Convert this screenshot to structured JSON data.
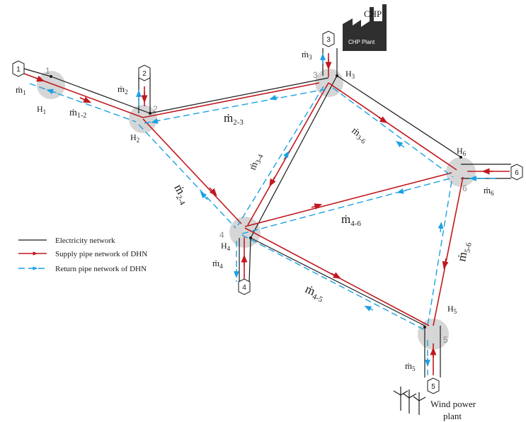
{
  "colors": {
    "electricity": "#1a1a1a",
    "supply": "#c0191f",
    "return": "#1ba1e2",
    "node_halo": "#c8c8c8"
  },
  "icons": {
    "chp_plant": "factory-icon",
    "wind_plant": "wind-turbine-icon"
  },
  "nodes": {
    "n1": {
      "number": "1",
      "hex": "1",
      "flow_m": "ṁ",
      "flow_sub": "1",
      "heat": "H",
      "heat_sub": "1"
    },
    "n2": {
      "number": "2",
      "hex": "2",
      "flow_m": "ṁ",
      "flow_sub": "2",
      "heat": "H",
      "heat_sub": "2"
    },
    "n3": {
      "number": "3",
      "hex": "3",
      "flow_m": "ṁ",
      "flow_sub": "3",
      "heat": "H",
      "heat_sub": "3"
    },
    "n4": {
      "number": "4",
      "hex": "4",
      "flow_m": "ṁ",
      "flow_sub": "4",
      "heat": "H",
      "heat_sub": "4"
    },
    "n5": {
      "number": "5",
      "hex": "5",
      "flow_m": "ṁ",
      "flow_sub": "5",
      "heat": "H",
      "heat_sub": "5"
    },
    "n6": {
      "number": "6",
      "hex": "6",
      "flow_m": "ṁ",
      "flow_sub": "6",
      "heat": "H",
      "heat_sub": "6"
    }
  },
  "pipes": {
    "p12": {
      "m": "ṁ",
      "sub": "1-2"
    },
    "p23": {
      "m": "ṁ",
      "sub": "2-3"
    },
    "p24": {
      "m": "ṁ",
      "sub": "2-4"
    },
    "p34": {
      "m": "ṁ",
      "sub": "3-4"
    },
    "p36": {
      "m": "ṁ",
      "sub": "3-6"
    },
    "p46": {
      "m": "ṁ",
      "sub": "4-6"
    },
    "p45": {
      "m": "ṁ",
      "sub": "4-5"
    },
    "p56": {
      "m": "ṁ",
      "sub": "5-6"
    }
  },
  "chp": {
    "title": "CHP",
    "plant_label": "CHP Plant"
  },
  "wind": {
    "line1": "Wind power",
    "line2": "plant"
  },
  "legend": {
    "electricity": "Electricity network",
    "supply": "Supply pipe network of DHN",
    "return": "Return pipe network of DHN"
  }
}
